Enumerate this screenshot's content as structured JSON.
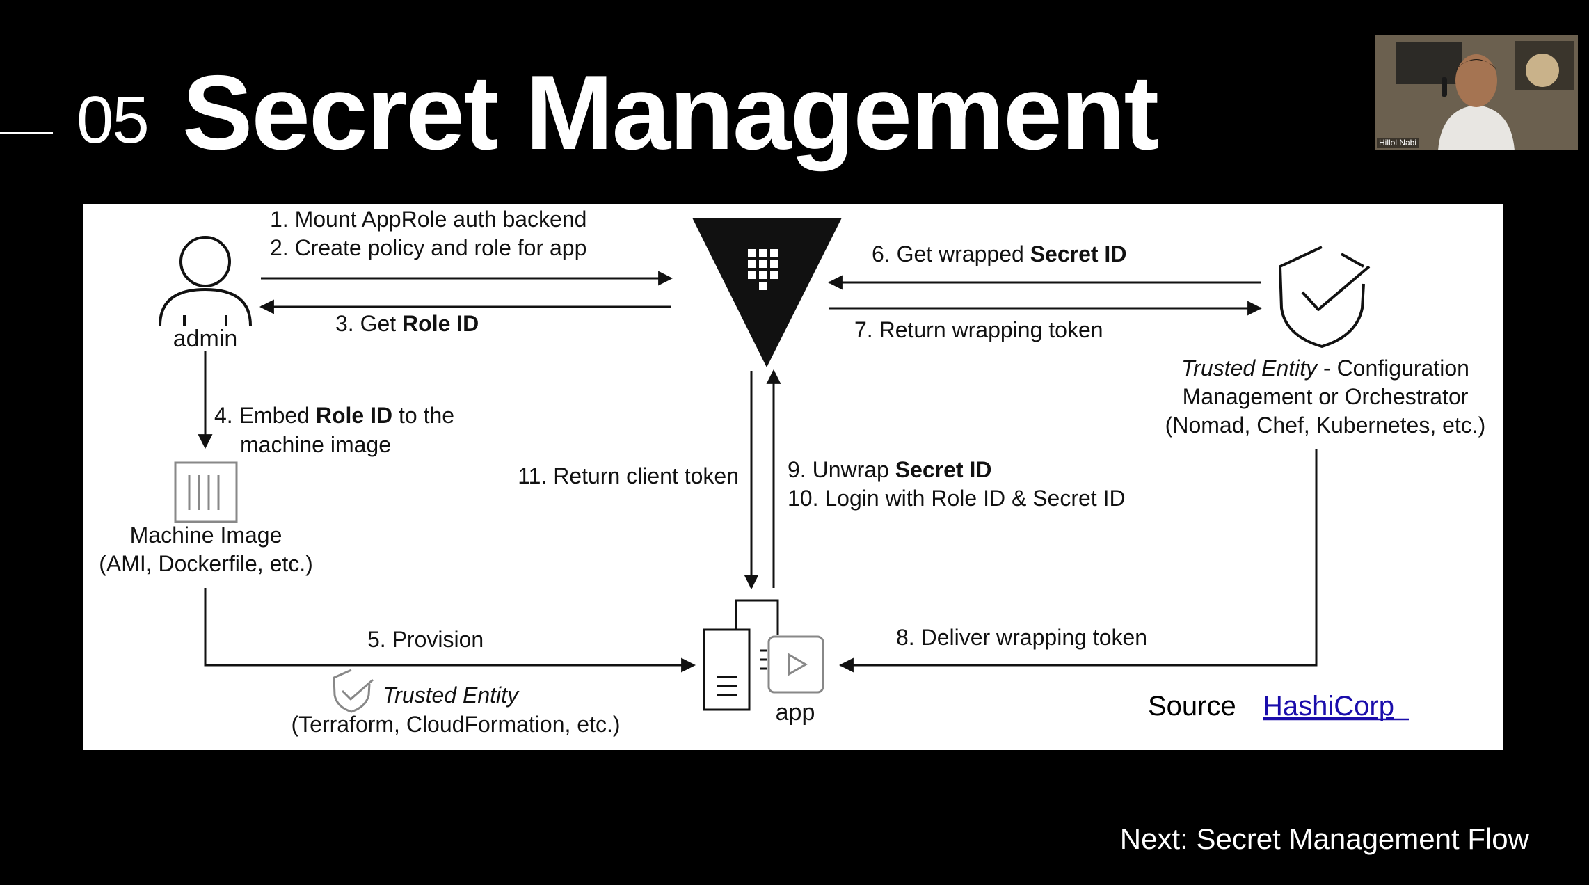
{
  "slide": {
    "number": "05",
    "title": "Secret Management",
    "next": "Next: Secret Management Flow"
  },
  "webcam": {
    "name": "Hillol Nabi"
  },
  "diagram": {
    "nodes": {
      "admin": "admin",
      "machine_image_line1": "Machine Image",
      "machine_image_line2": "(AMI, Dockerfile, etc.)",
      "trusted_entity_config_italic": "Trusted Entity",
      "trusted_entity_config_rest": " - Configuration",
      "trusted_entity_config_line2": "Management or Orchestrator",
      "trusted_entity_config_line3": "(Nomad, Chef, Kubernetes, etc.)",
      "trusted_entity_prov": "Trusted Entity",
      "trusted_entity_prov_line2": "(Terraform, CloudFormation, etc.)",
      "app": "app"
    },
    "steps": {
      "s1": "1. Mount AppRole auth backend",
      "s2": "2. Create policy and role for app",
      "s3_pre": "3. Get ",
      "s3_bold": "Role ID",
      "s4_pre": "4. Embed ",
      "s4_bold": "Role ID",
      "s4_post": " to the",
      "s4_line2": "machine image",
      "s5": "5. Provision",
      "s6_pre": "6. Get wrapped ",
      "s6_bold": "Secret ID",
      "s7": "7. Return wrapping token",
      "s8": "8. Deliver wrapping token",
      "s9_pre": "9. Unwrap ",
      "s9_bold": "Secret ID",
      "s10": "10. Login with Role ID & Secret ID",
      "s11": "11. Return client token"
    },
    "source_label": "Source",
    "source_link": "HashiCorp",
    "colors": {
      "link": "#1a0dab",
      "ink": "#111111"
    }
  }
}
